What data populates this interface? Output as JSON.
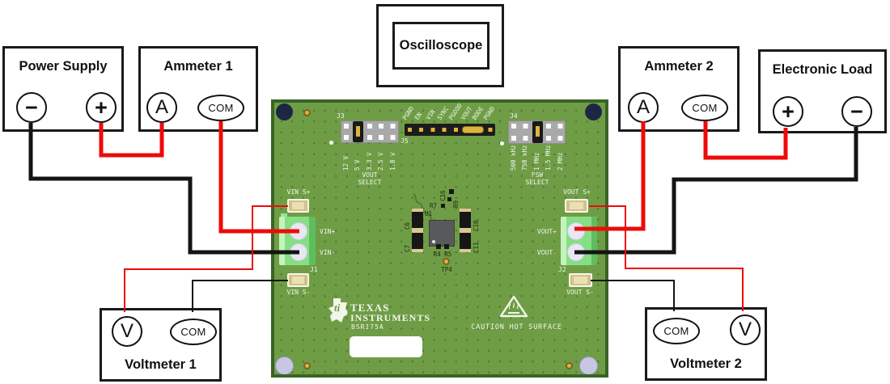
{
  "instruments": {
    "power_supply": {
      "title": "Power Supply",
      "neg_label": "−",
      "pos_label": "+"
    },
    "ammeter1": {
      "title": "Ammeter 1",
      "a_label": "A",
      "com_label": "COM"
    },
    "oscilloscope": {
      "title": "Oscilloscope"
    },
    "ammeter2": {
      "title": "Ammeter 2",
      "a_label": "A",
      "com_label": "COM"
    },
    "electronic_load": {
      "title": "Electronic Load",
      "pos_label": "+",
      "neg_label": "−"
    },
    "voltmeter1": {
      "title": "Voltmeter 1",
      "v_label": "V",
      "com_label": "COM"
    },
    "voltmeter2": {
      "title": "Voltmeter 2",
      "v_label": "V",
      "com_label": "COM"
    }
  },
  "board": {
    "refs": {
      "j1": "J1",
      "j2": "J2",
      "j3": "J3",
      "j4": "J4",
      "j5": "J5"
    },
    "vout_select": {
      "options": [
        "12 V",
        "5 V",
        "3.3 V",
        "2.5 V",
        "1.8 V"
      ],
      "label_line1": "VOUT",
      "label_line2": "SELECT"
    },
    "fsw_select": {
      "options": [
        "500 kHz",
        "750 kHz",
        "1 MHz",
        "1.5 MHz",
        "2 MHz"
      ],
      "label_line1": "FSW",
      "label_line2": "SELECT"
    },
    "j5_pins": [
      "PGND",
      "EN",
      "VIN",
      "SYNC",
      "PGOOD",
      "VOUT",
      "BODE",
      "PGND"
    ],
    "labels": {
      "vin_s_plus": "VIN S+",
      "vin_plus": "VIN+",
      "vin_minus": "VIN-",
      "vin_s_minus": "VIN S-",
      "vout_s_plus": "VOUT S+",
      "vout_plus": "VOUT+",
      "vout_minus": "VOUT-",
      "vout_s_minus": "VOUT S-"
    },
    "components": {
      "u1": "U1",
      "c6": "C6",
      "c7": "C7",
      "c10": "C10",
      "c11": "C11",
      "c16": "C16",
      "r9": "R9",
      "r7": "R7",
      "r4r5": "R4 R5",
      "tp4": "TP4"
    },
    "branding": {
      "line1": "TEXAS",
      "line2": "INSTRUMENTS",
      "part": "BSR175A"
    },
    "caution": "CAUTION HOT SURFACE"
  },
  "colors": {
    "wire_red": "#ee0a0a",
    "wire_black": "#141414",
    "pcb_green": "#6f9d46",
    "pcb_edge": "#3a6426",
    "terminal_green": "#87df85",
    "header_gray": "#a9a9a9",
    "pad_gold": "#d3c189",
    "pin_gold": "#ddb43f",
    "silk_white": "#f2f5ea",
    "hole_navy": "#1c2745",
    "hole_lavender": "#c7c7e4"
  }
}
